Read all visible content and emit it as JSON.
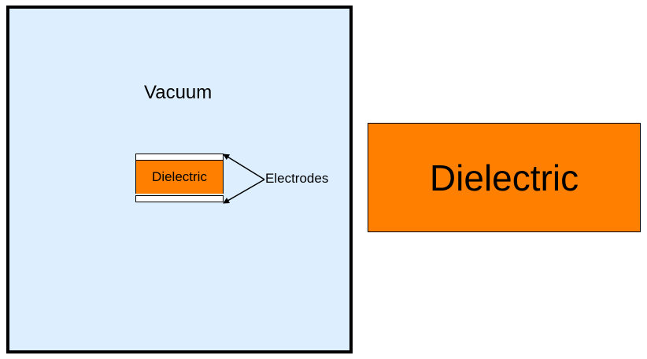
{
  "diagram": {
    "vacuum_label": "Vacuum",
    "small_dielectric_label": "Dielectric",
    "electrodes_label": "Electrodes",
    "large_dielectric_label": "Dielectric",
    "colors": {
      "vacuum_fill": "#ddeeff",
      "dielectric_fill": "#ff8000",
      "electrode_fill": "#ffffff",
      "outline": "#000000"
    }
  }
}
